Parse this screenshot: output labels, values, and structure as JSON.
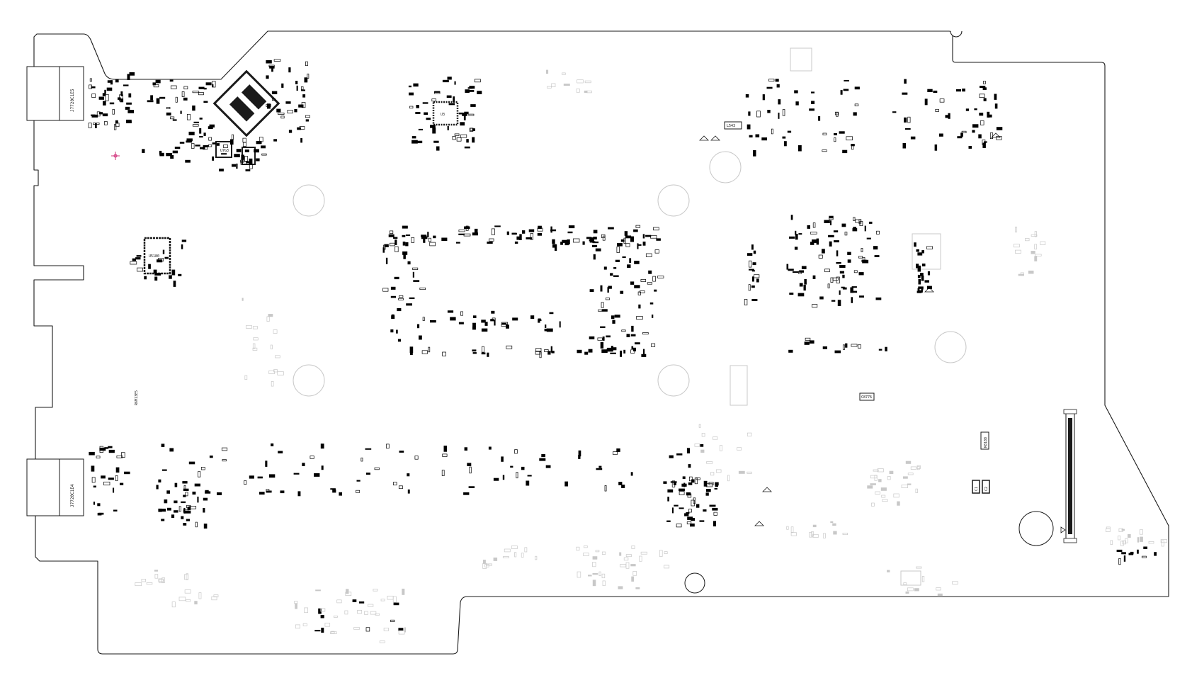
{
  "diagram": {
    "type": "pcb-board-layout",
    "colors": {
      "outline": "#1a1a1a",
      "part": "#000000",
      "ghost": "#c8c8c8",
      "marker": "#d0307a"
    },
    "labels": {
      "usb_top": "J7720C1E5",
      "usb_bottom": "J7720C1E4",
      "u_left_bga": "U7G3",
      "u_center_qfn": "U3",
      "l_right": "L543",
      "u_left_mid": "U5180",
      "c_center_right": "C8776",
      "r_right_lower": "R8188",
      "r_vertical_left": "R6M13E5",
      "c_bottom_right1": "C1",
      "c_bottom_right2": "C2"
    }
  }
}
